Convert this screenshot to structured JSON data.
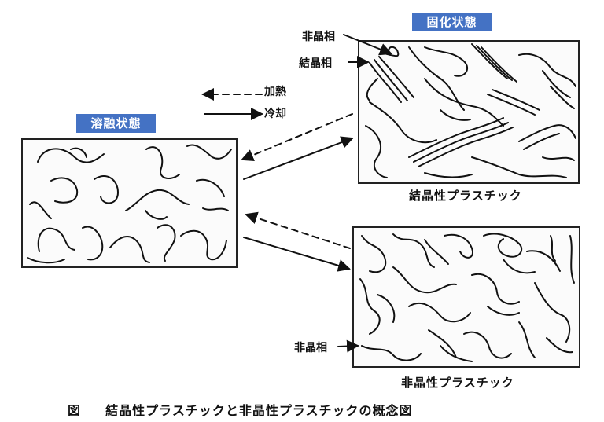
{
  "labels": {
    "melt_state": "溶融状態",
    "solid_state": "固化状態",
    "heating": "加熱",
    "cooling": "冷却",
    "amorphous_phase_top": "非晶相",
    "crystalline_phase": "結晶相",
    "amorphous_phase_bottom": "非晶相",
    "crystalline_plastic": "結晶性プラスチック",
    "amorphous_plastic": "非晶性プラスチック"
  },
  "caption": {
    "prefix": "図",
    "text": "結晶性プラスチックと非晶性プラスチックの概念図"
  },
  "colors": {
    "label_bg": "#4472c4",
    "label_text": "#ffffff",
    "line": "#111111"
  }
}
